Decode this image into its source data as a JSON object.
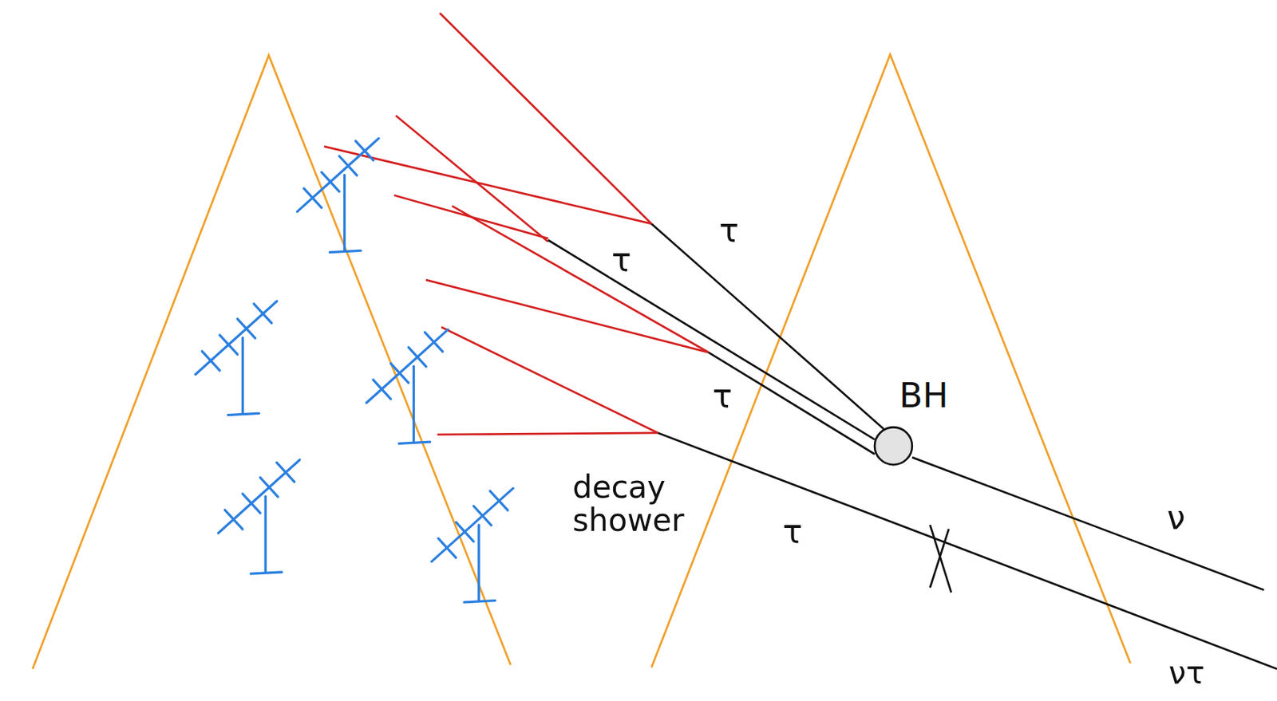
{
  "diagram": {
    "nodes": [
      {
        "text": [
          "BH"
        ]
      }
    ],
    "labels": [
      "τ",
      "τ",
      "τ",
      "τ",
      "decay shower",
      "ν",
      "ντ"
    ]
  }
}
